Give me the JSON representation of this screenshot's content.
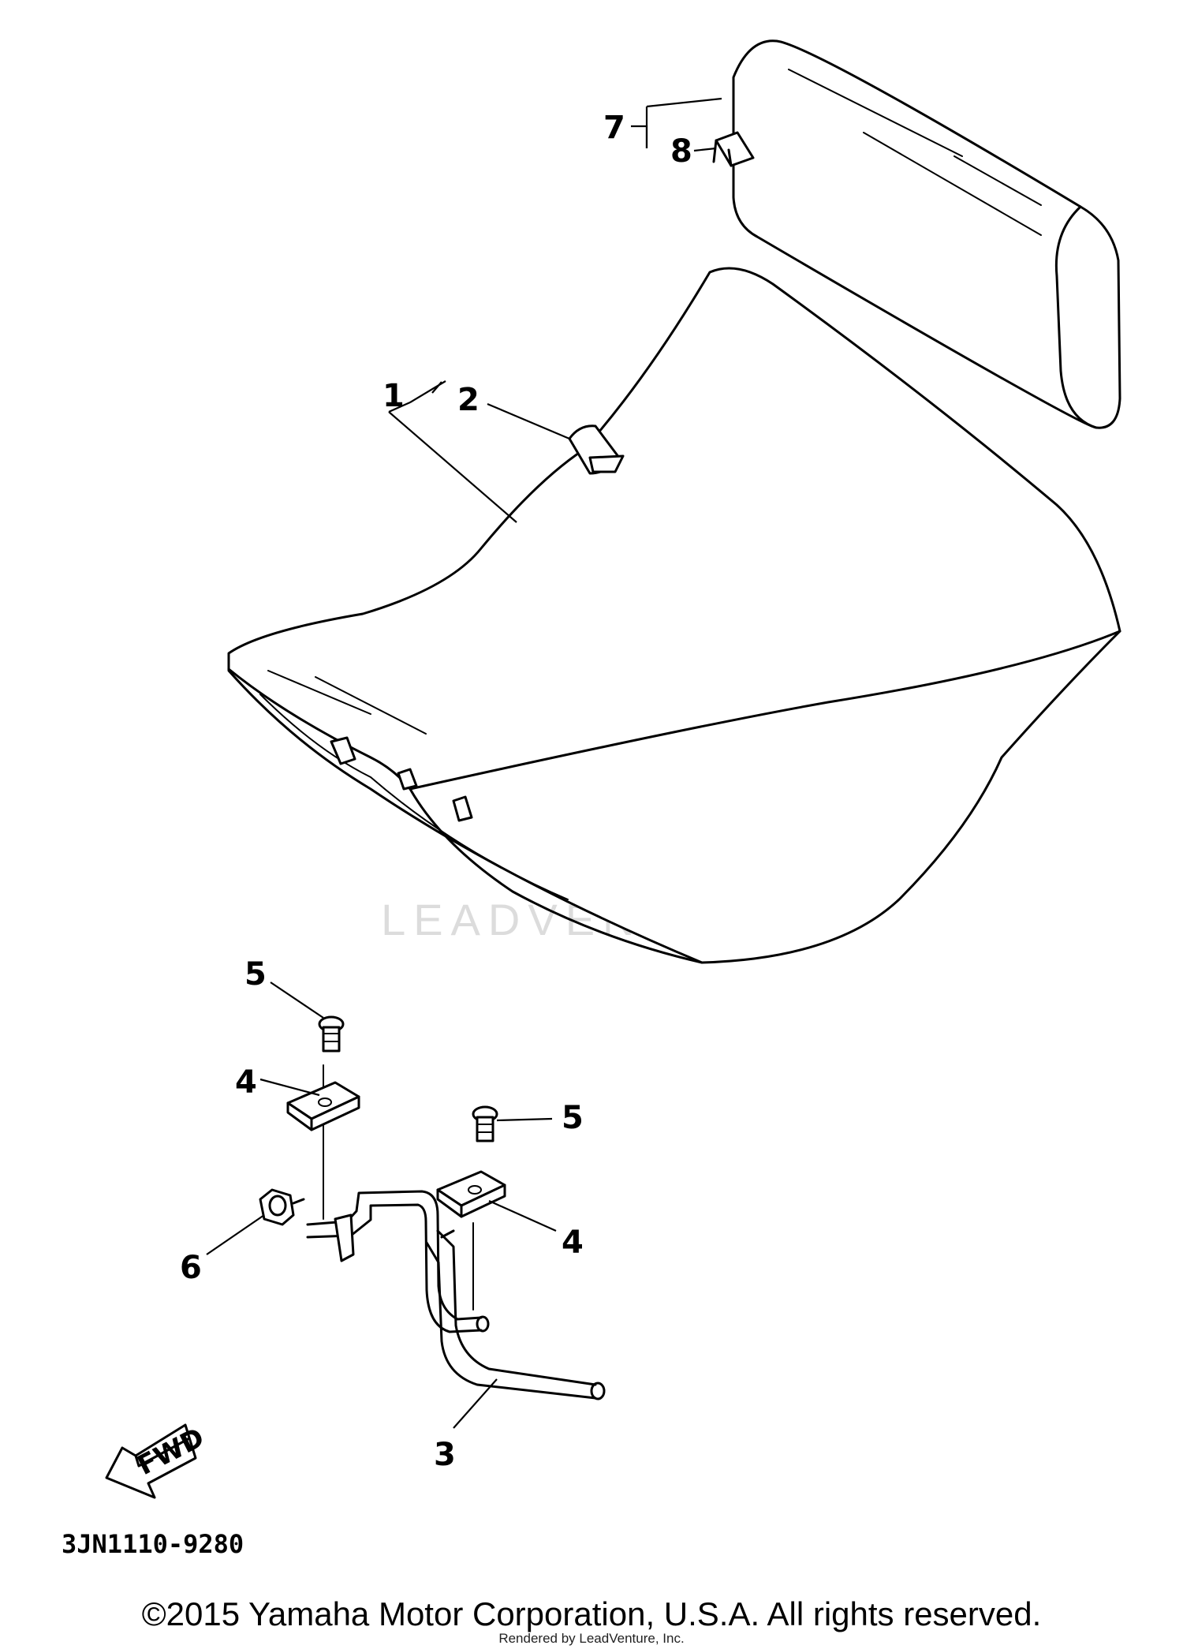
{
  "callouts": {
    "c1": "1",
    "c2": "2",
    "c3": "3",
    "c4a": "4",
    "c4b": "4",
    "c5a": "5",
    "c5b": "5",
    "c6": "6",
    "c7": "7",
    "c8": "8"
  },
  "fwd_label": "FWD",
  "part_code": "3JN1110-9280",
  "watermark": "LEADVENTURE",
  "copyright": "©2015 Yamaha Motor Corporation, U.S.A. All rights reserved.",
  "rendered_by": "Rendered by LeadVenture, Inc."
}
